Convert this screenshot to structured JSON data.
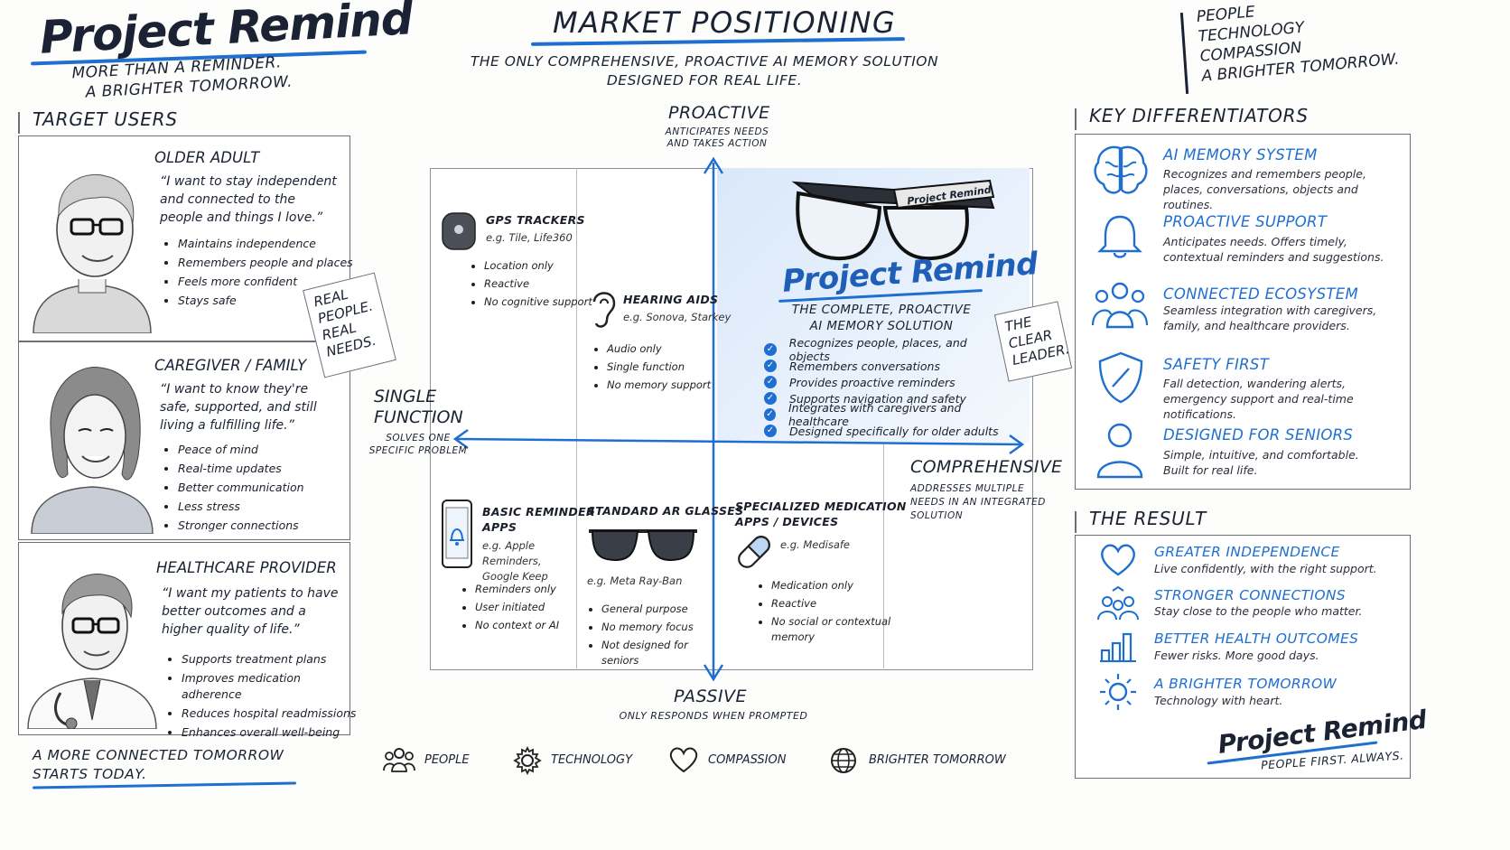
{
  "header": {
    "brand": "Project Remind",
    "tagline_1": "MORE THAN A REMINDER.",
    "tagline_2": "A BRIGHTER TOMORROW.",
    "title": "MARKET POSITIONING",
    "subtitle_1": "THE ONLY COMPREHENSIVE, PROACTIVE AI MEMORY SOLUTION",
    "subtitle_2": "DESIGNED FOR REAL LIFE.",
    "values": [
      "PEOPLE",
      "TECHNOLOGY",
      "COMPASSION",
      "A BRIGHTER TOMORROW."
    ]
  },
  "target_users": {
    "heading": "TARGET USERS",
    "note": [
      "REAL",
      "PEOPLE.",
      "REAL",
      "NEEDS."
    ],
    "users": [
      {
        "title": "OLDER ADULT",
        "quote": "“I want to stay independent and connected to the people and things I love.”",
        "bullets": [
          "Maintains independence",
          "Remembers people and places",
          "Feels more confident",
          "Stays safe"
        ]
      },
      {
        "title": "CAREGIVER / FAMILY",
        "quote": "“I want to know they're safe, supported, and still living a fulfilling life.”",
        "bullets": [
          "Peace of mind",
          "Real-time updates",
          "Better communication",
          "Less stress",
          "Stronger connections"
        ]
      },
      {
        "title": "HEALTHCARE PROVIDER",
        "quote": "“I want my patients to have better outcomes and a higher quality of life.”",
        "bullets": [
          "Supports treatment plans",
          "Improves medication adherence",
          "Reduces hospital readmissions",
          "Enhances overall well-being"
        ]
      }
    ],
    "footer_1": "A MORE CONNECTED TOMORROW",
    "footer_2": "STARTS TODAY."
  },
  "matrix": {
    "top_label": "PROACTIVE",
    "top_sub": "ANTICIPATES NEEDS AND TAKES ACTION",
    "bottom_label": "PASSIVE",
    "bottom_sub": "ONLY RESPONDS WHEN PROMPTED",
    "left_label_1": "SINGLE",
    "left_label_2": "FUNCTION",
    "left_sub": "SOLVES ONE SPECIFIC PROBLEM",
    "right_label": "COMPREHENSIVE",
    "right_sub": "ADDRESSES MULTIPLE NEEDS IN AN INTEGRATED SOLUTION",
    "gps": {
      "title": "GPS TRACKERS",
      "eg": "e.g. Tile, Life360",
      "bullets": [
        "Location only",
        "Reactive",
        "No cognitive support"
      ]
    },
    "hearing": {
      "title": "HEARING AIDS",
      "eg": "e.g. Sonova, Starkey",
      "bullets": [
        "Audio only",
        "Single function",
        "No memory support"
      ]
    },
    "reminder": {
      "title_1": "BASIC REMINDER",
      "title_2": "APPS",
      "eg": "e.g. Apple Reminders, Google Keep",
      "bullets": [
        "Reminders only",
        "User initiated",
        "No context or AI"
      ]
    },
    "ar": {
      "title": "STANDARD AR GLASSES",
      "eg": "e.g. Meta Ray-Ban",
      "bullets": [
        "General purpose",
        "No memory focus",
        "Not designed for seniors"
      ]
    },
    "med": {
      "title_1": "SPECIALIZED MEDICATION",
      "title_2": "APPS / DEVICES",
      "eg": "e.g. Medisafe",
      "bullets": [
        "Medication only",
        "Reactive",
        "No social or contextual memory"
      ]
    },
    "leader": {
      "glasses_label": "Project Remind",
      "brand": "Project Remind",
      "sub_1": "THE COMPLETE, PROACTIVE",
      "sub_2": "AI MEMORY SOLUTION",
      "checks": [
        "Recognizes people, places, and objects",
        "Remembers conversations",
        "Provides proactive reminders",
        "Supports navigation and safety",
        "Integrates with caregivers and healthcare",
        "Designed specifically for older adults"
      ],
      "note": [
        "THE",
        "CLEAR",
        "LEADER."
      ]
    }
  },
  "differentiators": {
    "heading": "KEY DIFFERENTIATORS",
    "items": [
      {
        "icon": "brain-icon",
        "title": "AI MEMORY SYSTEM",
        "desc": "Recognizes and remembers people, places, conversations, objects and routines."
      },
      {
        "icon": "bell-icon",
        "title": "PROACTIVE SUPPORT",
        "desc": "Anticipates needs. Offers timely, contextual reminders and suggestions."
      },
      {
        "icon": "people-icon",
        "title": "CONNECTED ECOSYSTEM",
        "desc": "Seamless integration with caregivers, family, and healthcare providers."
      },
      {
        "icon": "shield-icon",
        "title": "SAFETY FIRST",
        "desc": "Fall detection, wandering alerts, emergency support and real-time notifications."
      },
      {
        "icon": "person-icon",
        "title": "DESIGNED FOR SENIORS",
        "desc": "Simple, intuitive, and comfortable. Built for real life."
      }
    ]
  },
  "result": {
    "heading": "THE RESULT",
    "items": [
      {
        "icon": "heart-icon",
        "title": "GREATER INDEPENDENCE",
        "desc": "Live confidently, with the right support."
      },
      {
        "icon": "connections-icon",
        "title": "STRONGER CONNECTIONS",
        "desc": "Stay close to the people who matter."
      },
      {
        "icon": "bar-chart-icon",
        "title": "BETTER HEALTH OUTCOMES",
        "desc": "Fewer risks. More good days."
      },
      {
        "icon": "sun-icon",
        "title": "A BRIGHTER TOMORROW",
        "desc": "Technology with heart."
      }
    ],
    "brand": "Project Remind",
    "motto": "PEOPLE FIRST. ALWAYS."
  },
  "footer": [
    "PEOPLE",
    "TECHNOLOGY",
    "COMPASSION",
    "BRIGHTER TOMORROW"
  ],
  "colors": {
    "accent": "#1f6fd1",
    "ink": "#1a2233",
    "highlight": "#e3eefb"
  }
}
